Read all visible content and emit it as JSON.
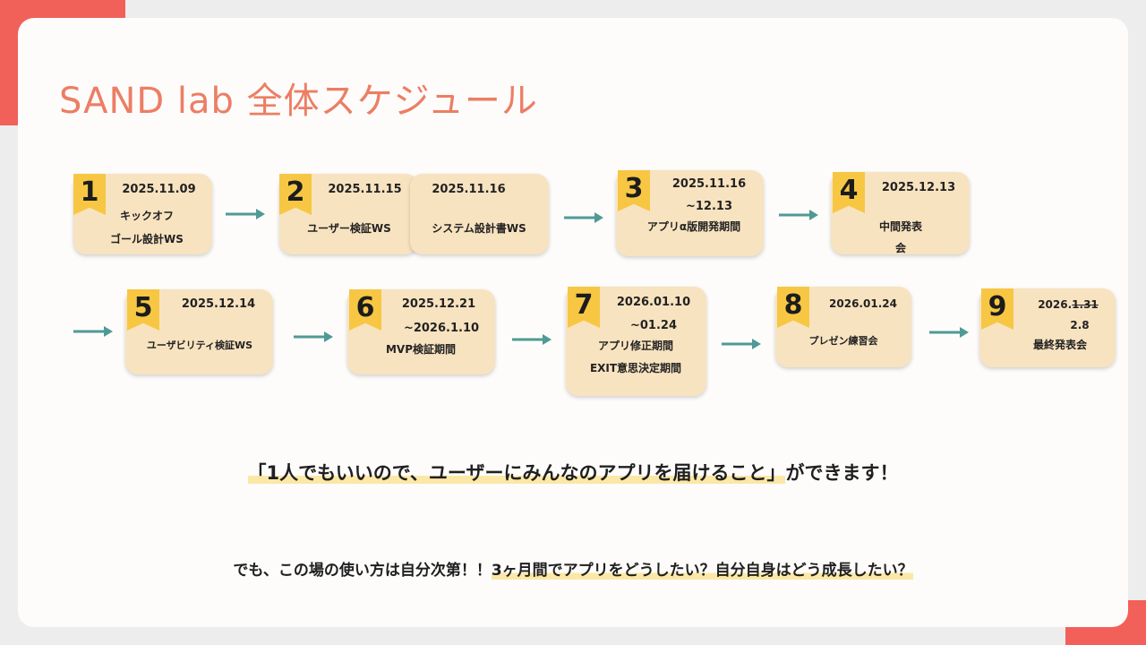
{
  "title": "SAND lab 全体スケジュール",
  "steps": [
    {
      "num": "1",
      "date": "2025.11.09",
      "lines": [
        "キックオフ",
        "ゴール設計WS"
      ]
    },
    {
      "num": "2",
      "date": "2025.11.15",
      "lines": [
        "ユーザー検証WS"
      ],
      "date_b": "2025.11.16",
      "lines_b": [
        "システム設計書WS"
      ]
    },
    {
      "num": "3",
      "date": "2025.11.16",
      "date2": "~12.13",
      "lines": [
        "アプリα版開発期間"
      ]
    },
    {
      "num": "4",
      "date": "2025.12.13",
      "lines": [
        "中間発表",
        "会"
      ]
    },
    {
      "num": "5",
      "date": "2025.12.14",
      "lines": [
        "ユーザビリティ検証WS"
      ]
    },
    {
      "num": "6",
      "date": "2025.12.21",
      "date2": "~2026.1.10",
      "lines": [
        "MVP検証期間"
      ]
    },
    {
      "num": "7",
      "date": "2026.01.10",
      "date2": "~01.24",
      "lines": [
        "アプリ修正期間",
        "EXIT意思決定期間"
      ]
    },
    {
      "num": "8",
      "date": "2026.01.24",
      "lines": [
        "プレゼン練習会"
      ]
    },
    {
      "num": "9",
      "date_prefix": "2026.",
      "date_struck": "1.31",
      "date2": "2.8",
      "lines": [
        "最終発表会"
      ]
    }
  ],
  "quote": {
    "highlighted": "「1人でもいいので、ユーザーにみんなのアプリを届けること」",
    "rest": "ができます！"
  },
  "bottom": {
    "plain": "でも、この場の使い方は自分次第！！",
    "highlighted": "3ヶ月間でアプリをどうしたい？自分自身はどう成長したい？"
  },
  "colors": {
    "accent": "#f2605a",
    "title": "#ec7e64",
    "box": "#f8e3c0",
    "badge": "#f7c744",
    "arrow": "#4f9a94"
  }
}
